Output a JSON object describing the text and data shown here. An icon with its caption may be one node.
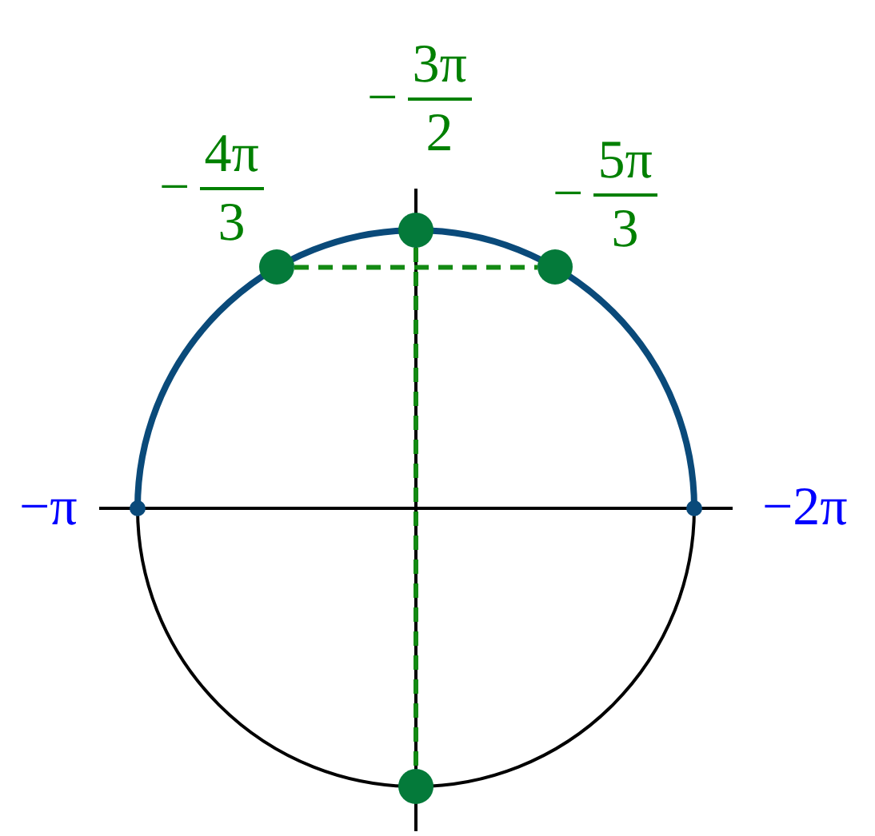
{
  "diagram": {
    "nodes": [
      {
        "text": [],
        "shape": "circle",
        "beside": [
          "−",
          "3π",
          "2"
        ]
      },
      {
        "text": [],
        "shape": "circle",
        "beside": [
          "−",
          "4π",
          "3"
        ]
      },
      {
        "text": [],
        "shape": "circle",
        "beside": [
          "−",
          "5π",
          "3"
        ]
      },
      {
        "text": [],
        "shape": "circle",
        "beside": [
          "−π"
        ]
      },
      {
        "text": [],
        "shape": "circle",
        "beside": [
          "−2π"
        ]
      },
      {
        "text": [],
        "shape": "circle"
      }
    ],
    "edges": [
      {
        "from": 1,
        "to": 2,
        "arrow": "none",
        "style": "dashed"
      },
      {
        "from": 0,
        "to": 5,
        "arrow": "none",
        "style": "dashed"
      }
    ]
  }
}
